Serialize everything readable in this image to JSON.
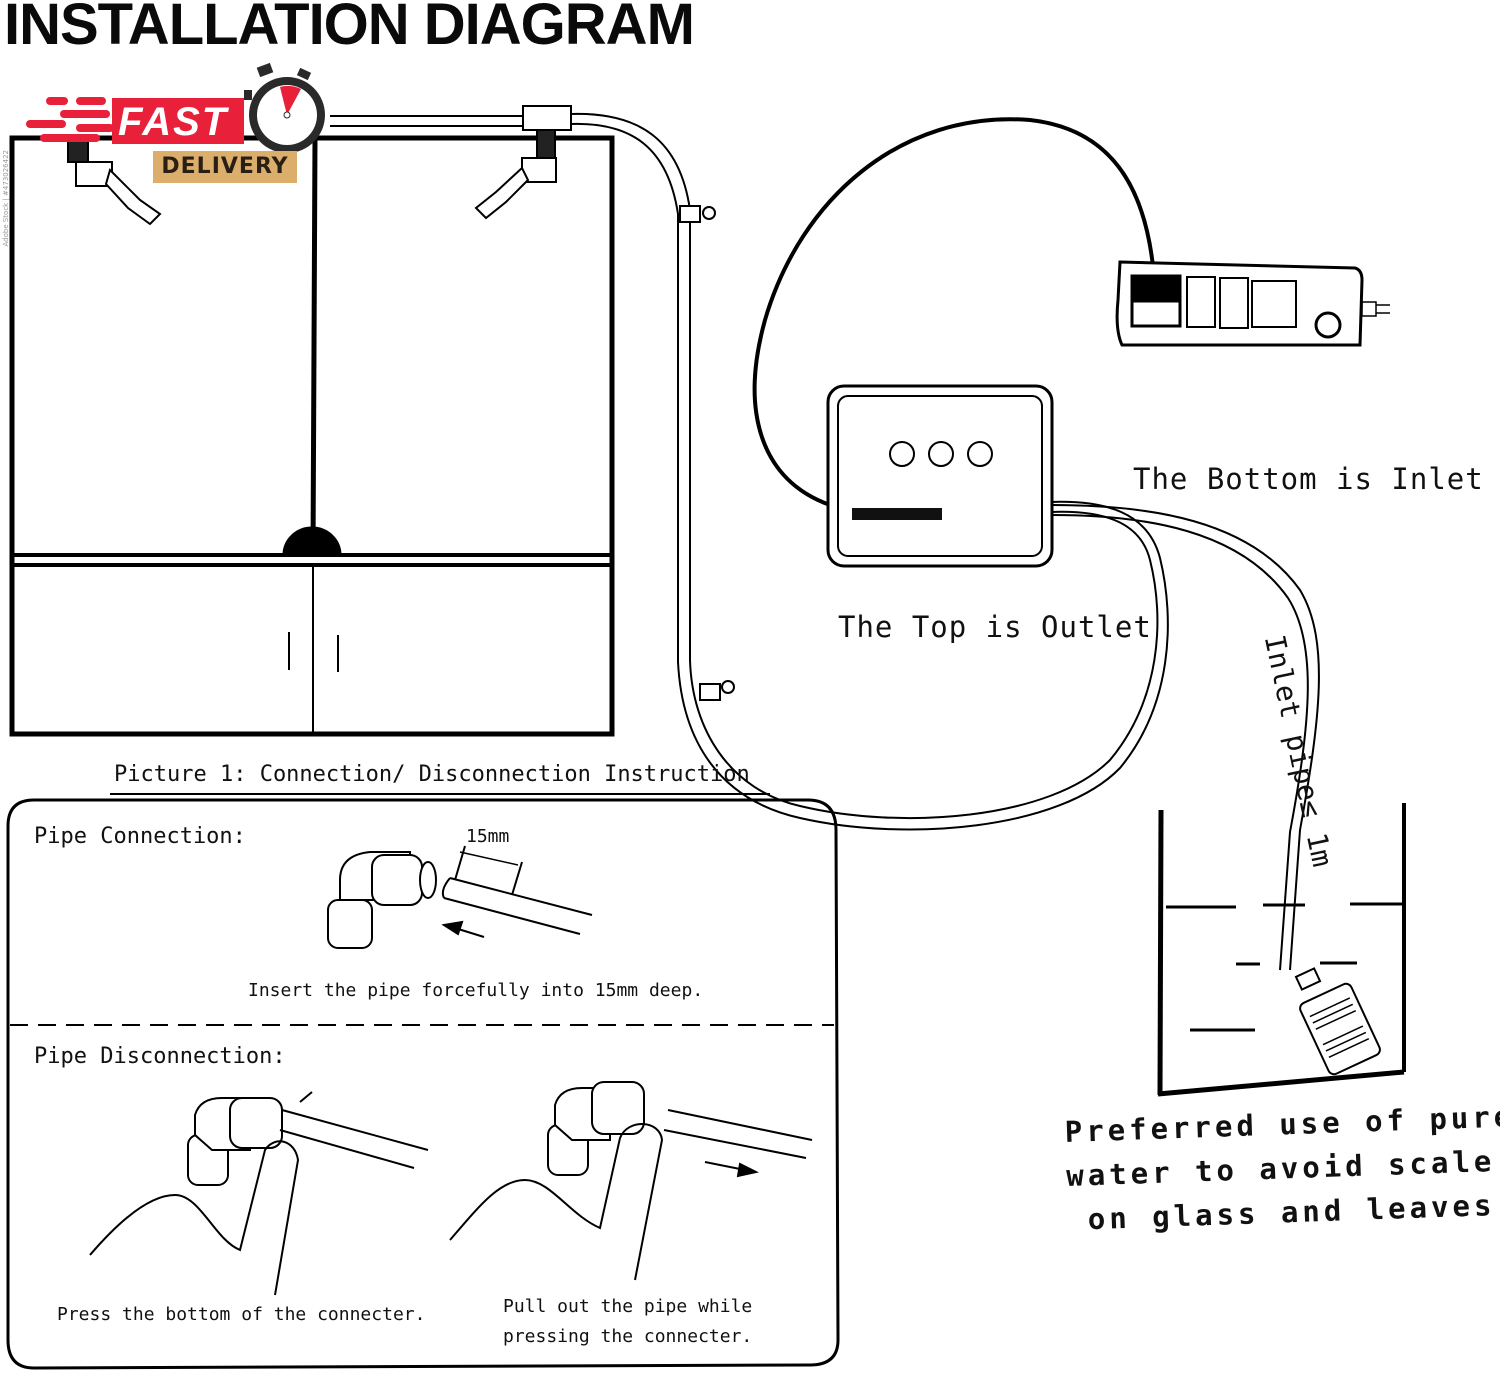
{
  "title": "INSTALLATION DIAGRAM",
  "watermark": "Adobe Stock | #473026422",
  "badge": {
    "line1": "FAST",
    "line2": "DELIVERY",
    "colors": {
      "red": "#e8203a",
      "tan": "#dcae6c",
      "dark": "#2a2a2a"
    },
    "icon": "stopwatch-icon"
  },
  "labels": {
    "bottom_inlet": "The Bottom is Inlet",
    "top_outlet": "The Top is Outlet",
    "inlet_pipe": "Inlet pipe≤ 1m",
    "preferred": [
      "Preferred use of pure",
      "water to avoid scale",
      "on glass and leaves"
    ]
  },
  "instructions": {
    "caption": "Picture 1: Connection/ Disconnection Instruction",
    "connection": {
      "heading": "Pipe Connection:",
      "dimension": "15mm",
      "text": "Insert the pipe forcefully into 15mm deep."
    },
    "disconnection": {
      "heading": "Pipe Disconnection:",
      "step1": "Press the bottom of the connecter.",
      "step2_line1": "Pull out the pipe while",
      "step2_line2": "pressing the connecter."
    }
  },
  "components": {
    "cabinet": "aquarium-cabinet",
    "controller": "mist-controller-box",
    "power_strip": "power-strip",
    "water_tank": "water-container",
    "filter": "inlet-filter",
    "nozzles": [
      "misting-nozzle-left",
      "misting-nozzle-right"
    ]
  }
}
